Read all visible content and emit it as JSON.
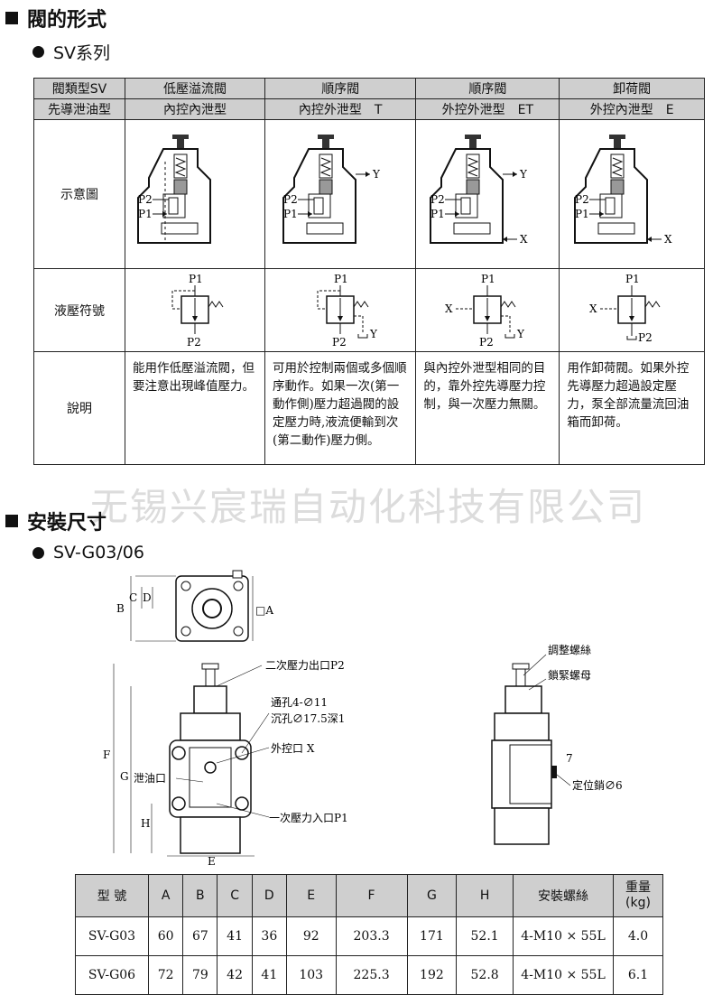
{
  "section1": {
    "title": "閥的形式",
    "subtitle": "SV系列"
  },
  "types_table": {
    "header1": [
      "閥類型SV",
      "低壓溢流閥",
      "順序閥",
      "順序閥",
      "卸荷閥"
    ],
    "header2": [
      "先導泄油型",
      "內控內泄型",
      "內控外泄型　T",
      "外控外泄型　ET",
      "外控內泄型　E"
    ],
    "row_labels": {
      "diagram": "示意圖",
      "symbol": "液壓符號",
      "desc": "說明"
    },
    "descriptions": [
      "能用作低壓溢流閥，但要注意出現峰值壓力。",
      "可用於控制兩個或多個順序動作。如果一次(第一動作側)壓力超過閥的設定壓力時,液流便輸到次(第二動作)壓力側。",
      "與內控外泄型相同的目的，靠外控先導壓力控制，與一次壓力無關。",
      "用作卸荷閥。如果外控先導壓力超過設定壓力，泵全部流量流回油箱而卸荷。"
    ],
    "port_labels": {
      "p1": "P1",
      "p2": "P2",
      "x": "X",
      "y": "Y"
    }
  },
  "watermark": "无锡兴宸瑞自动化科技有限公司",
  "section2": {
    "title": "安裝尺寸",
    "subtitle": "SV-G03/06"
  },
  "drawing_labels": {
    "secondary_outlet": "二次壓力出口P2",
    "through_hole": "通孔4-∅11",
    "counterbore": "沉孔∅17.5深1",
    "ext_control": "外控口 X",
    "drain": "泄油口",
    "primary_inlet": "一次壓力入口P1",
    "adjust_screw": "調整螺絲",
    "lock_nut": "鎖緊螺母",
    "locating_pin": "定位銷∅6",
    "pin_dim": "7",
    "dim_a": "□A",
    "dim_b": "B",
    "dim_c": "C",
    "dim_d": "D",
    "dim_e": "E",
    "dim_f": "F",
    "dim_g": "G",
    "dim_h": "H"
  },
  "dims_table": {
    "headers": [
      "型 號",
      "A",
      "B",
      "C",
      "D",
      "E",
      "F",
      "G",
      "H",
      "安裝螺絲",
      "重量\n(kg)"
    ],
    "rows": [
      [
        "SV-G03",
        "60",
        "67",
        "41",
        "36",
        "92",
        "203.3",
        "171",
        "52.1",
        "4-M10 × 55L",
        "4.0"
      ],
      [
        "SV-G06",
        "72",
        "79",
        "42",
        "41",
        "103",
        "225.3",
        "192",
        "52.8",
        "4-M10 × 55L",
        "6.1"
      ]
    ]
  }
}
